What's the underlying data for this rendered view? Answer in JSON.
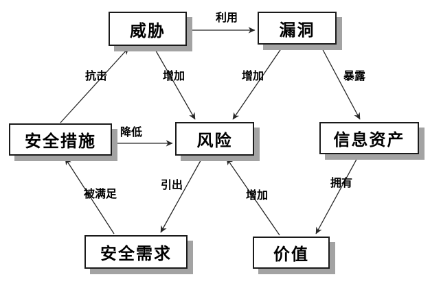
{
  "diagram": {
    "nodes": {
      "threat": {
        "label": "威胁"
      },
      "vuln": {
        "label": "漏洞"
      },
      "measure": {
        "label": "安全措施"
      },
      "risk": {
        "label": "风险"
      },
      "asset": {
        "label": "信息资产"
      },
      "requirement": {
        "label": "安全需求"
      },
      "value": {
        "label": "价值"
      }
    },
    "edges": {
      "exploit": {
        "label": "利用",
        "from": "threat",
        "to": "vuln"
      },
      "resist": {
        "label": "抗击",
        "from": "measure",
        "to": "threat"
      },
      "inc_threat": {
        "label": "增加",
        "from": "threat",
        "to": "risk"
      },
      "inc_vuln": {
        "label": "增加",
        "from": "vuln",
        "to": "risk"
      },
      "expose": {
        "label": "暴露",
        "from": "vuln",
        "to": "asset"
      },
      "reduce": {
        "label": "降低",
        "from": "measure",
        "to": "risk"
      },
      "lead": {
        "label": "引出",
        "from": "risk",
        "to": "requirement"
      },
      "inc_value": {
        "label": "增加",
        "from": "value",
        "to": "risk"
      },
      "own": {
        "label": "拥有",
        "from": "asset",
        "to": "value"
      },
      "satisfied": {
        "label": "被满足",
        "from": "requirement",
        "to": "measure"
      }
    },
    "colors": {
      "background": "#ffffff",
      "node_fill": "#ffffff",
      "node_border": "#1a1a1a",
      "node_shadow": "#a3a3a3",
      "line": "#262626",
      "text": "#000000"
    }
  }
}
